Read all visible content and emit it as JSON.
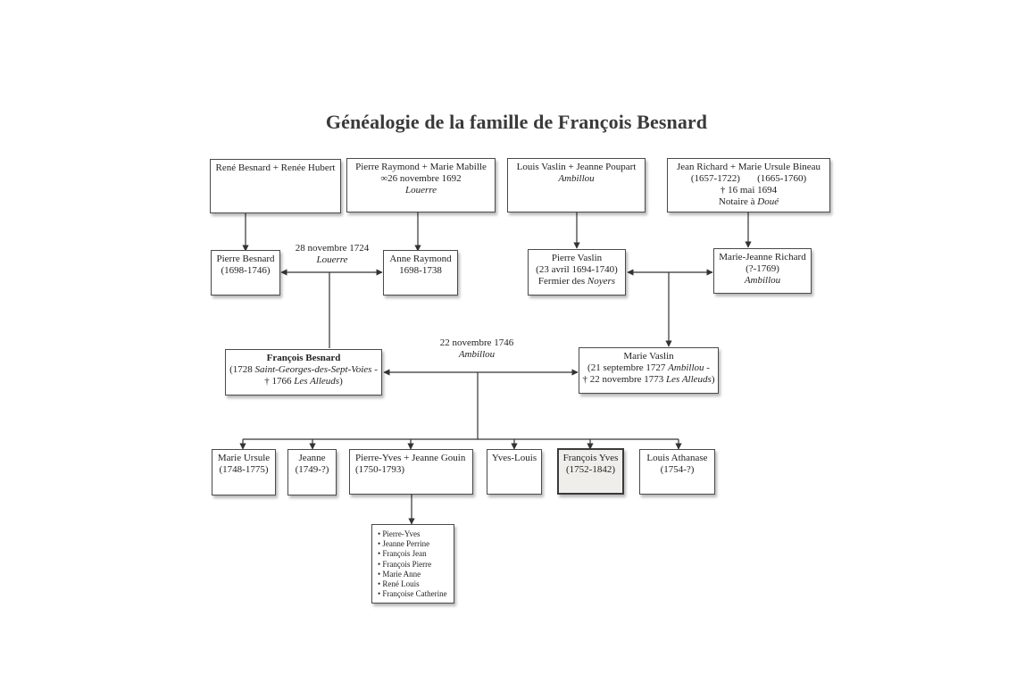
{
  "title": "Généalogie de la famille de François Besnard",
  "gen1": {
    "besnard_hubert": "René Besnard + Renée Hubert",
    "raymond_mabille": {
      "names": "Pierre Raymond + Marie Mabille",
      "date": "∞26 novembre 1692",
      "place": "Louerre"
    },
    "vaslin_poupart": {
      "names": "Louis Vaslin + Jeanne Poupart",
      "place": "Ambillou"
    },
    "richard_bineau": {
      "names": "Jean Richard + Marie Ursule Bineau",
      "years_a": "(1657-1722)",
      "years_b": "(1665-1760)",
      "death": "† 16 mai 1694",
      "role_prefix": "Notaire à ",
      "role_place": "Doué"
    }
  },
  "gen2": {
    "pierre_besnard": {
      "name": "Pierre Besnard",
      "years": "(1698-1746)"
    },
    "marriage1": {
      "date": "28 novembre 1724",
      "place": "Louerre"
    },
    "anne_raymond": {
      "name": "Anne Raymond",
      "years": "1698-1738"
    },
    "pierre_vaslin": {
      "name": "Pierre Vaslin",
      "years": "(23 avril 1694-1740)",
      "role_prefix": "Fermier des ",
      "role_place": "Noyers"
    },
    "marie_jeanne_richard": {
      "name": "Marie-Jeanne Richard",
      "years": "(?-1769)",
      "place": "Ambillou"
    }
  },
  "gen3": {
    "francois_besnard": {
      "name": "François Besnard",
      "line2_a": "(1728 ",
      "line2_place": "Saint-Georges-des-Sept-Voies",
      "line2_b": " -",
      "line3_a": "† 1766 ",
      "line3_place": "Les Alleuds",
      "line3_b": ")"
    },
    "marriage2": {
      "date": "22 novembre 1746",
      "place": "Ambillou"
    },
    "marie_vaslin": {
      "name": "Marie Vaslin",
      "line2_a": "(21 septembre 1727 ",
      "line2_place": "Ambillou",
      "line2_b": " -",
      "line3_a": "† 22 novembre 1773 ",
      "line3_place": "Les Alleuds",
      "line3_b": ")"
    }
  },
  "gen4": {
    "marie_ursule": {
      "name": "Marie Ursule",
      "years": "(1748-1775)"
    },
    "jeanne": {
      "name": "Jeanne",
      "years": "(1749-?)"
    },
    "pierre_yves": {
      "name": "Pierre-Yves + Jeanne Gouin",
      "years": "(1750-1793)"
    },
    "yves_louis": {
      "name": "Yves-Louis"
    },
    "francois_yves": {
      "name": "François Yves",
      "years": "(1752-1842)"
    },
    "louis_athanase": {
      "name": "Louis Athanase",
      "years": "(1754-?)"
    }
  },
  "gen5_children": [
    "Pierre-Yves",
    "Jeanne Perrine",
    "François Jean",
    "François Pierre",
    "Marie Anne",
    "René Louis",
    "Françoise Catherine"
  ]
}
